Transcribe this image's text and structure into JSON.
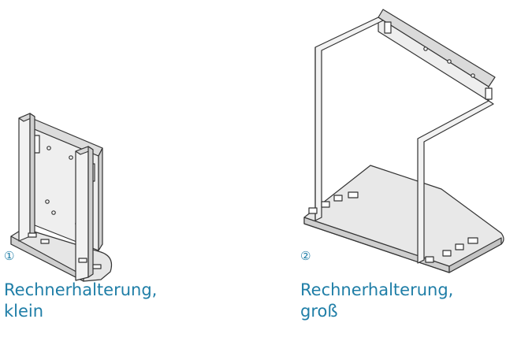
{
  "products": [
    {
      "number": "①",
      "name_line1": "Rechnerhalterung,",
      "name_line2": "klein"
    },
    {
      "number": "②",
      "name_line1": "Rechnerhalterung,",
      "name_line2": "groß"
    }
  ],
  "colors": {
    "accent": "#1f7ea7",
    "metal_fill": "#e9e9e9",
    "metal_dark": "#c9c9c9",
    "outline": "#333333"
  }
}
